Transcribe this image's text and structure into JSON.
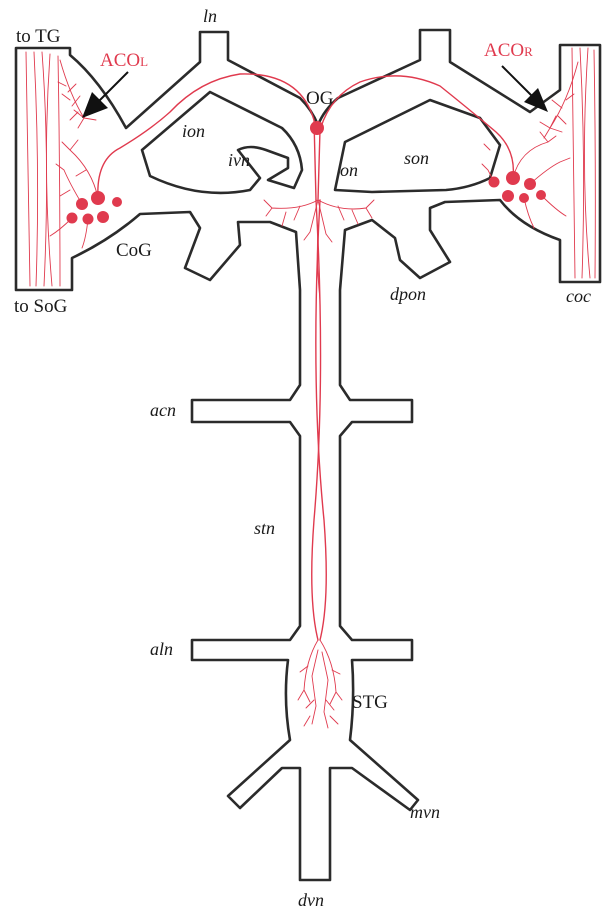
{
  "labels": {
    "to_tg": "to TG",
    "to_sog": "to SoG",
    "aco_l": "ACO",
    "aco_l_sub": "L",
    "aco_r": "ACO",
    "aco_r_sub": "R",
    "ln": "ln",
    "og": "OG",
    "ion": "ion",
    "ivn": "ivn",
    "on": "on",
    "son": "son",
    "cog": "CoG",
    "dpon": "dpon",
    "coc": "coc",
    "acn": "acn",
    "stn": "stn",
    "aln": "aln",
    "stg": "STG",
    "mvn": "mvn",
    "dvn": "dvn"
  },
  "colors": {
    "outline": "#2b2b2b",
    "neuron": "#e03a4e",
    "text": "#1a1a1a"
  }
}
